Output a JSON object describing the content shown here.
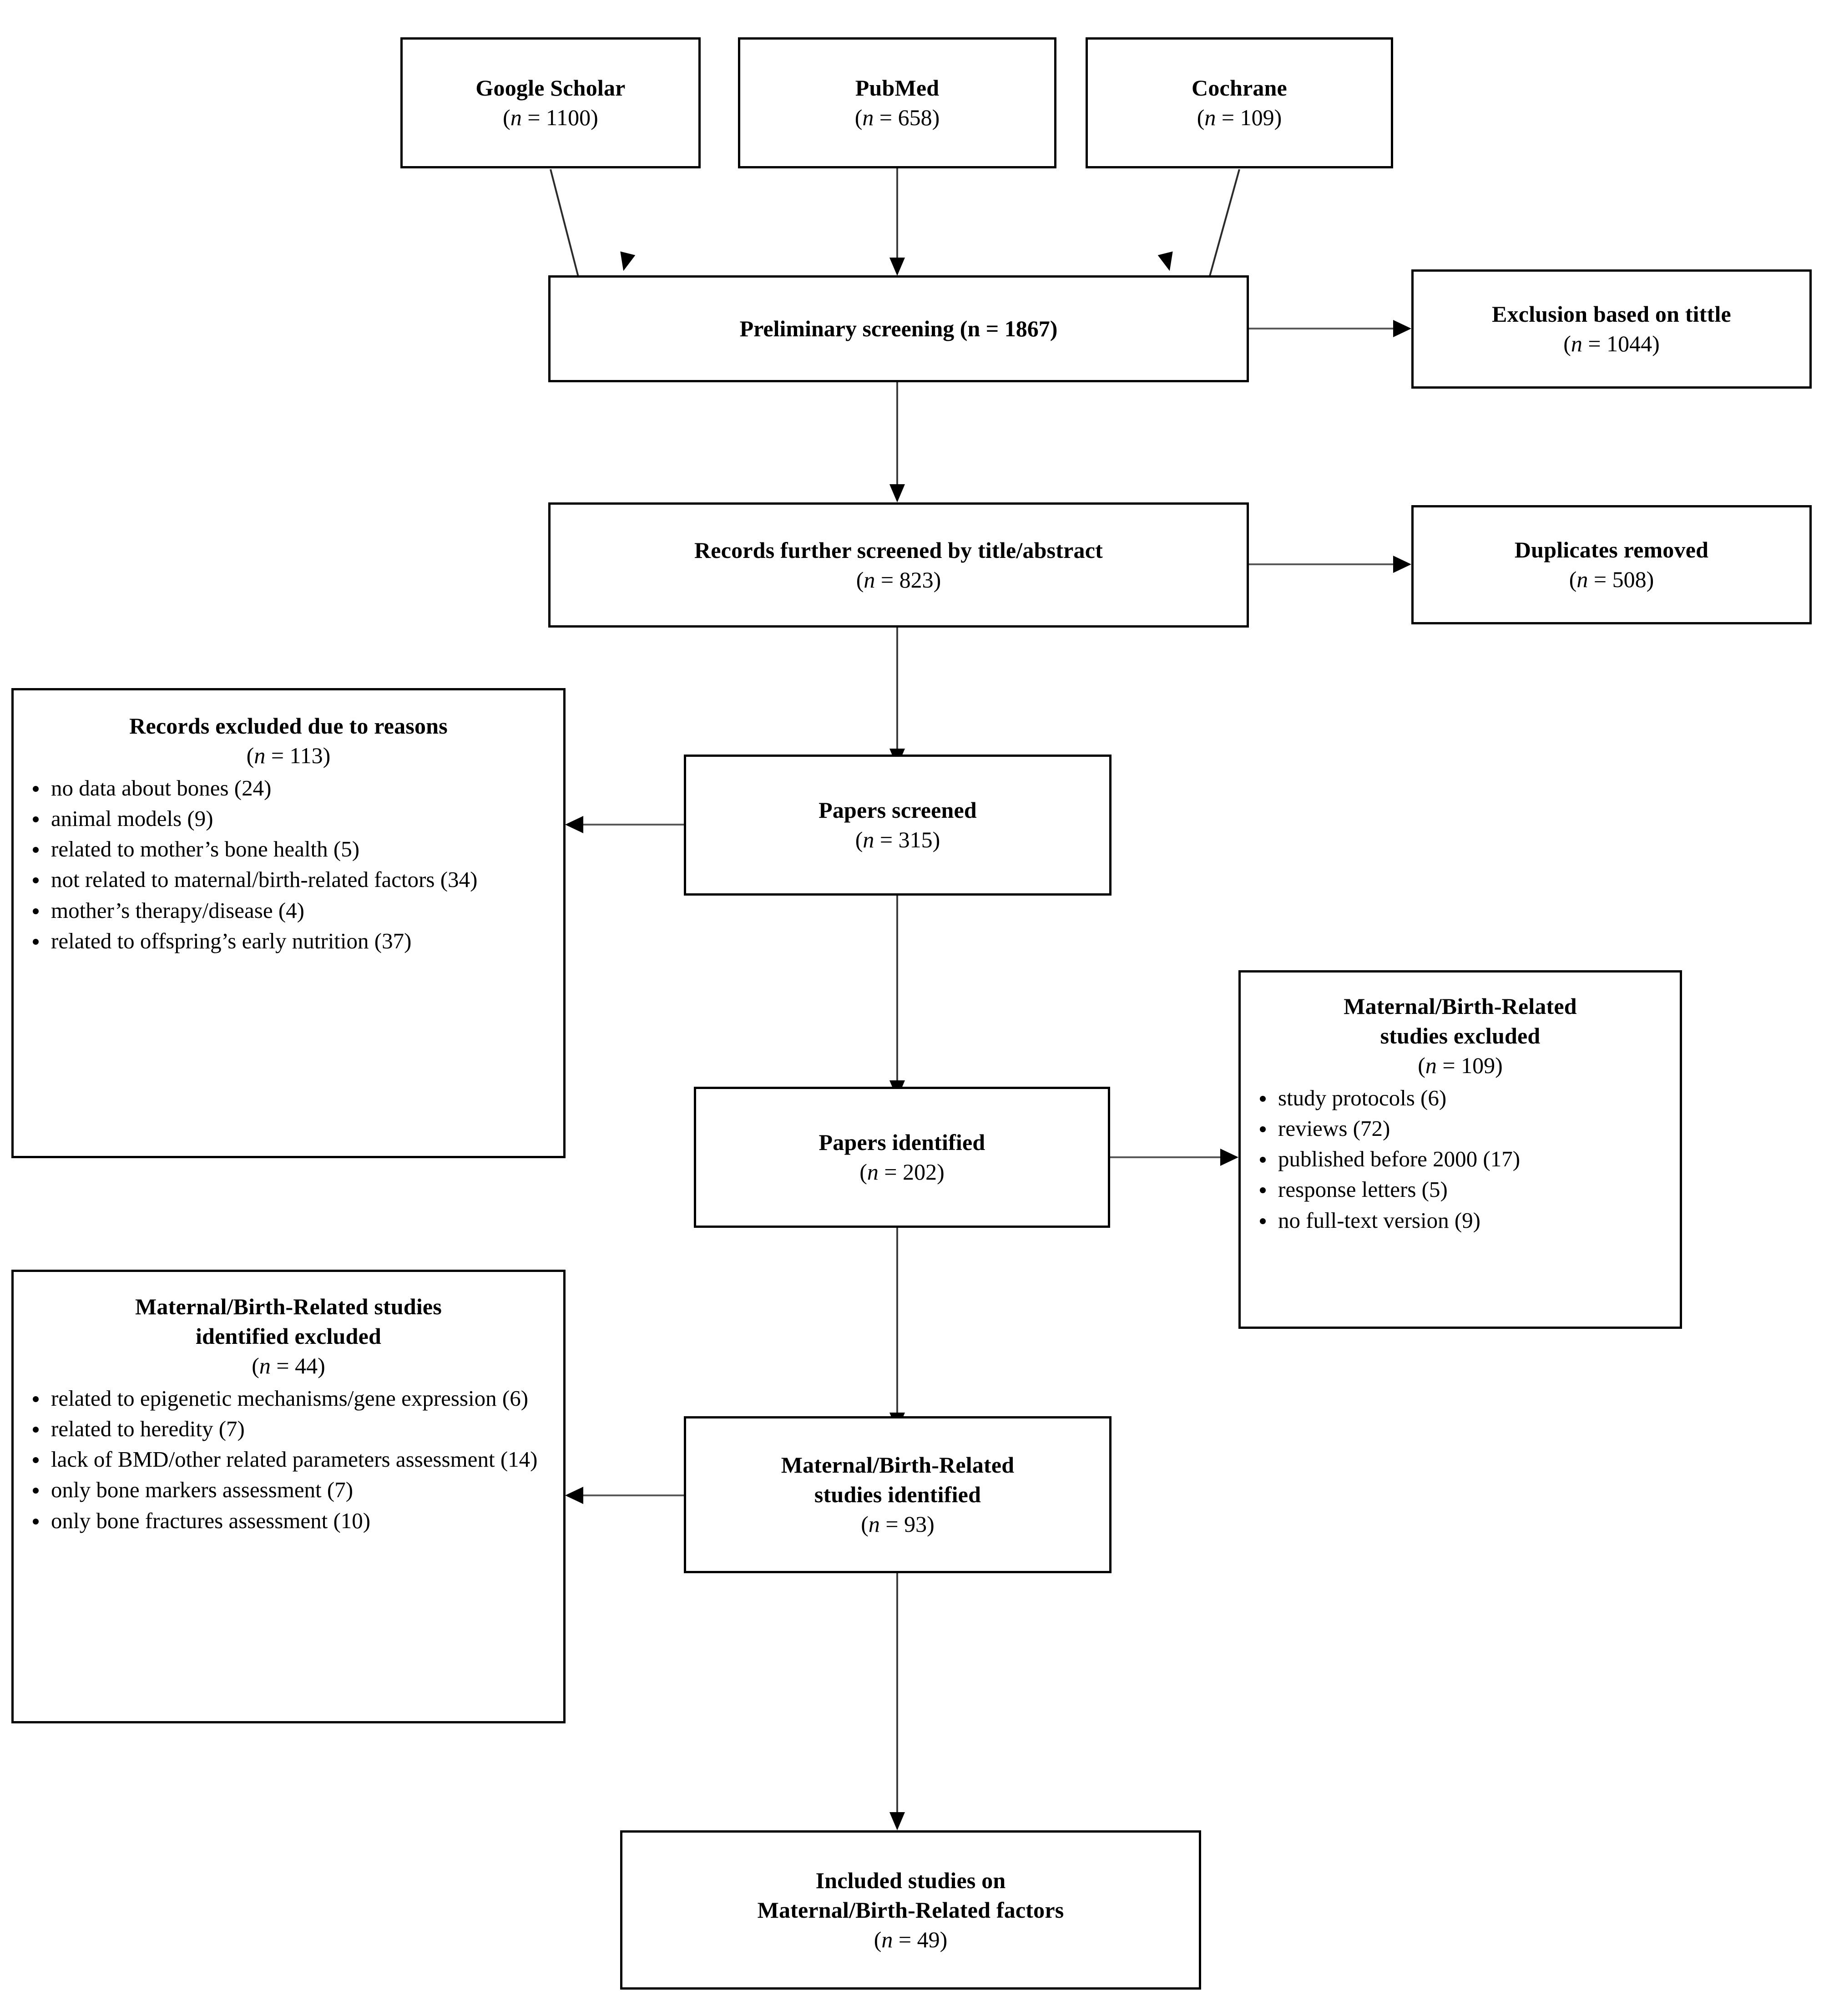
{
  "diagram": {
    "type": "prisma-flow-diagram",
    "n_symbol": "n"
  },
  "sources": [
    {
      "name": "google-scholar",
      "label": "Google Scholar",
      "count_text": "(n = 1100)",
      "count": 1100
    },
    {
      "name": "pubmed",
      "label": "PubMed",
      "count_text": "(n = 658)",
      "count": 658
    },
    {
      "name": "cochrane",
      "label": "Cochrane",
      "count_text": "(n = 109)",
      "count": 109
    }
  ],
  "stages": {
    "preliminary_screening": {
      "label": "Preliminary screening",
      "inline": "Preliminary screening  (n = 1867)",
      "count_text": "(n = 1867)",
      "count": 1867
    },
    "records_further_screened": {
      "label": "Records further screened by title/abstract",
      "count_text": "(n = 823)",
      "count": 823
    },
    "papers_screened": {
      "label": "Papers screened",
      "count_text": "(n = 315)",
      "count": 315
    },
    "papers_identified": {
      "label": "Papers identified",
      "count_text": "(n = 202)",
      "count": 202
    },
    "maternal_identified": {
      "label_line1": "Maternal/Birth-Related",
      "label_line2": "studies identified",
      "count_text": "(n = 93)",
      "count": 93
    },
    "included_studies": {
      "label_line1": "Included studies on",
      "label_line2": "Maternal/Birth-Related factors",
      "count_text": "(n = 49)",
      "count": 49
    }
  },
  "exclusions": {
    "exclusion_title": {
      "label_line1": "Exclusion based on tittle",
      "count_text": "(n = 1044)",
      "count": 1044
    },
    "duplicates_removed": {
      "label_line1": "Duplicates removed",
      "count_text": "(n = 508)",
      "count": 508
    },
    "records_excluded_reasons": {
      "label_line1": "Records excluded due to reasons",
      "count_text": "(n = 113)",
      "count": 113,
      "items": [
        "no data about bones (24)",
        "animal models (9)",
        "related to mother’s bone health (5)",
        "not related to maternal/birth-related factors (34)",
        "mother’s therapy/disease (4)",
        "related to offspring’s early nutrition (37)"
      ]
    },
    "maternal_excluded": {
      "label_line1": "Maternal/Birth-Related",
      "label_line2": "studies excluded",
      "count_text": "(n = 109)",
      "count": 109,
      "items": [
        "study protocols (6)",
        "reviews (72)",
        "published before 2000 (17)",
        "response letters (5)",
        "no full-text version (9)"
      ]
    },
    "maternal_identified_excluded": {
      "label_line1": "Maternal/Birth-Related studies",
      "label_line2": "identified excluded",
      "count_text": "(n = 44)",
      "count": 44,
      "items": [
        "related to epigenetic mechanisms/gene expression (6)",
        "related to heredity (7)",
        "lack of BMD/other related parameters assessment (14)",
        "only bone markers assessment (7)",
        "only bone fractures assessment (10)"
      ]
    }
  },
  "colors": {
    "border": "#000000",
    "text": "#000000",
    "connector": "#3d3d3d",
    "background": "#ffffff"
  }
}
